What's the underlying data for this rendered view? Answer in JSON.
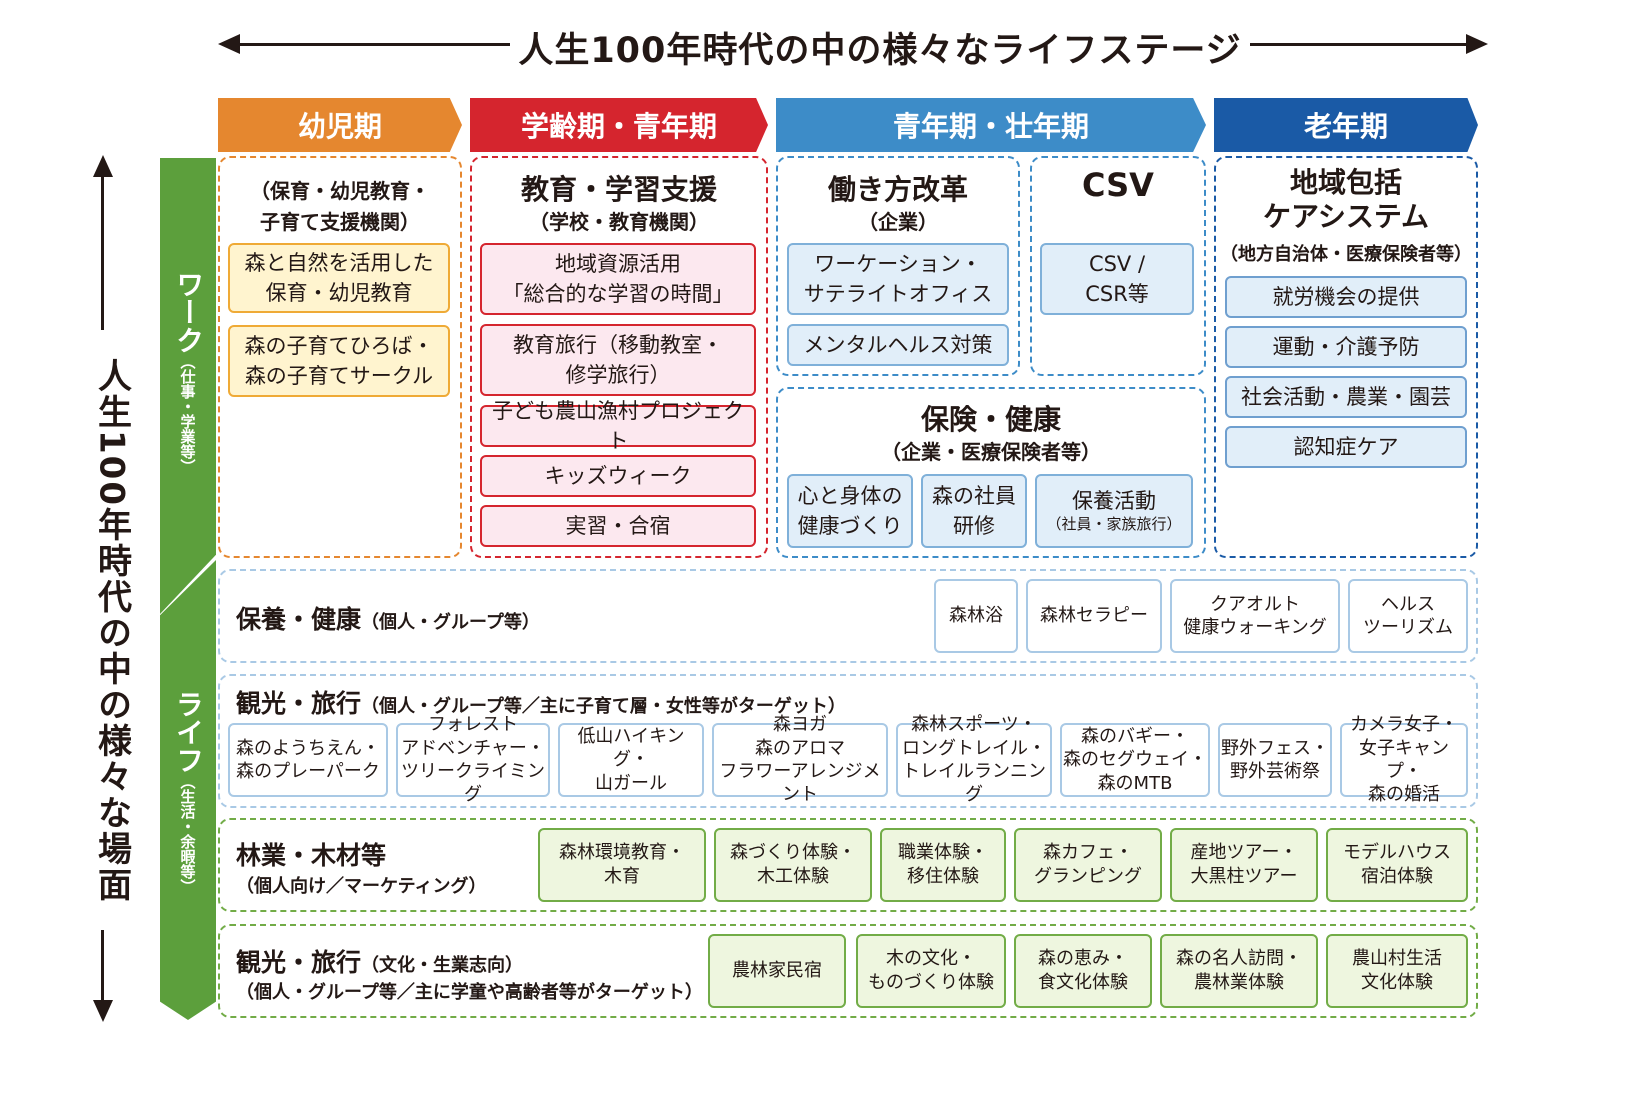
{
  "top_title": "人生100年時代の中の様々なライフステージ",
  "side_title": "人生100年時代の中の様々な場面",
  "colors": {
    "orange": "#e5872f",
    "red": "#d5252e",
    "blue": "#3d8cc8",
    "navy": "#1a5aa6",
    "green": "#5c9f3c"
  },
  "stages": [
    "幼児期",
    "学齢期・青年期",
    "青年期・壮年期",
    "老年期"
  ],
  "work": {
    "label": "ワーク",
    "sub": "（仕事・学業等）"
  },
  "life": {
    "label": "ライフ",
    "sub": "（生活・余暇等）"
  },
  "infant": {
    "header": "（保育・幼児教育・\n子育て支援機関）",
    "items": [
      "森と自然を活用した\n保育・幼児教育",
      "森の子育てひろば・\n森の子育てサークル"
    ]
  },
  "school": {
    "title": "教育・学習支援",
    "sub": "（学校・教育機関）",
    "items": [
      "地域資源活用\n「総合的な学習の時間」",
      "教育旅行（移動教室・\n修学旅行）",
      "子ども農山漁村プロジェクト",
      "キッズウィーク",
      "実習・合宿"
    ]
  },
  "workstyle": {
    "title": "働き方改革",
    "sub": "（企業）",
    "items": [
      "ワーケーション・\nサテライトオフィス",
      "メンタルヘルス対策"
    ]
  },
  "csv": {
    "title": "CSV",
    "items": [
      "CSV /\nCSR等"
    ]
  },
  "insurance": {
    "title": "保険・健康",
    "sub": "（企業・医療保険者等）",
    "items": [
      "心と身体の\n健康づくり",
      "森の社員\n研修"
    ],
    "item3": {
      "main": "保養活動",
      "small": "（社員・家族旅行）"
    }
  },
  "elder": {
    "title": "地域包括\nケアシステム",
    "sub": "（地方自治体・医療保険者等）",
    "items": [
      "就労機会の提供",
      "運動・介護予防",
      "社会活動・農業・園芸",
      "認知症ケア"
    ]
  },
  "life_rows": [
    {
      "title": "保養・健康",
      "title_small": "（個人・グループ等）",
      "sub": "",
      "items": [
        "森林浴",
        "森林セラピー",
        "クアオルト\n健康ウォーキング",
        "ヘルス\nツーリズム"
      ]
    },
    {
      "title": "観光・旅行",
      "title_small": "（個人・グループ等／主に子育て層・女性等がターゲット）",
      "sub": "",
      "items": [
        "森のようちえん・\n森のプレーパーク",
        "フォレスト\nアドベンチャー・\nツリークライミング",
        "低山ハイキング・\n山ガール",
        "森ヨガ\n森のアロマ\nフラワーアレンジメント",
        "森林スポーツ・\nロングトレイル・\nトレイルランニング",
        "森のバギー・\n森のセグウェイ・\n森のMTB",
        "野外フェス・\n野外芸術祭",
        "カメラ女子・\n女子キャンプ・\n森の婚活"
      ]
    },
    {
      "title": "林業・木材等",
      "title_small": "",
      "sub": "（個人向け／マーケティング）",
      "items": [
        "森林環境教育・\n木育",
        "森づくり体験・\n木工体験",
        "職業体験・\n移住体験",
        "森カフェ・\nグランピング",
        "産地ツアー・\n大黒柱ツアー",
        "モデルハウス\n宿泊体験"
      ]
    },
    {
      "title": "観光・旅行",
      "title_small": "（文化・生業志向）",
      "sub": "（個人・グループ等／主に学童や高齢者等がターゲット）",
      "items": [
        "農林家民宿",
        "木の文化・\nものづくり体験",
        "森の恵み・\n食文化体験",
        "森の名人訪問・\n農林業体験",
        "農山村生活\n文化体験"
      ]
    }
  ]
}
